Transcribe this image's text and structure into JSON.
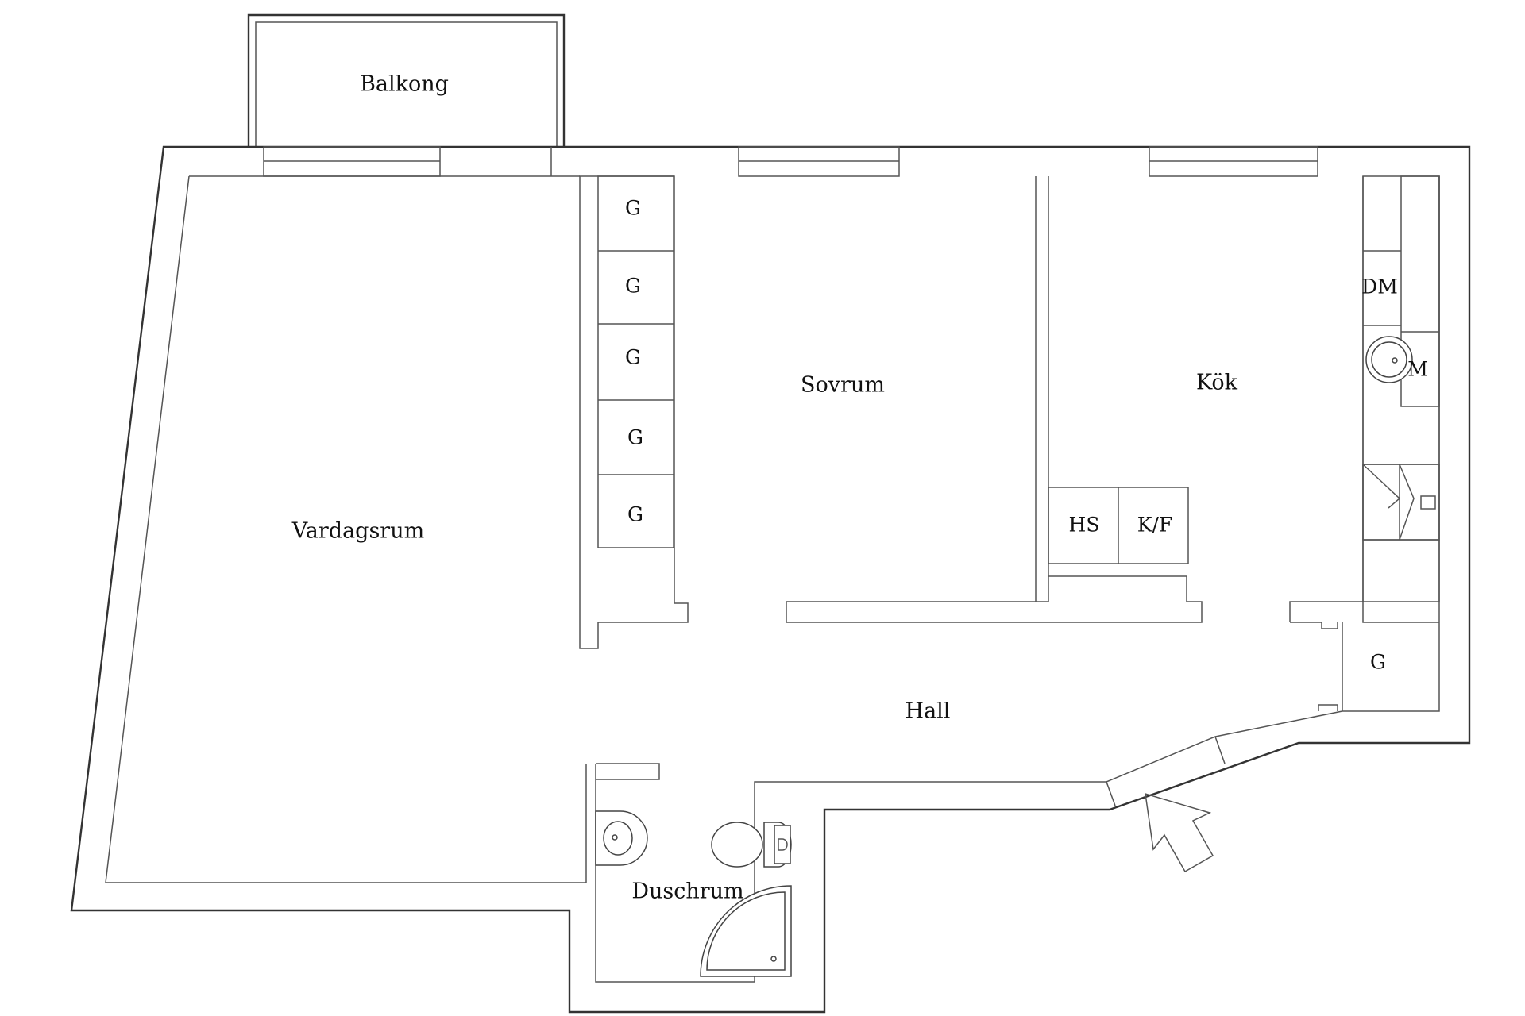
{
  "rooms": {
    "balcony": "Balkong",
    "living_room": "Vardagsrum",
    "bedroom": "Sovrum",
    "kitchen": "Kök",
    "hall": "Hall",
    "shower_room": "Duschrum"
  },
  "fixtures": {
    "wardrobe": "G",
    "dishwasher": "DM",
    "microwave": "M",
    "tall_cabinet": "HS",
    "fridge_freezer": "K/F"
  },
  "icons": [
    "entrance-arrow-icon",
    "sink-icon",
    "toilet-icon",
    "shower-tray-icon",
    "stove-icon"
  ]
}
